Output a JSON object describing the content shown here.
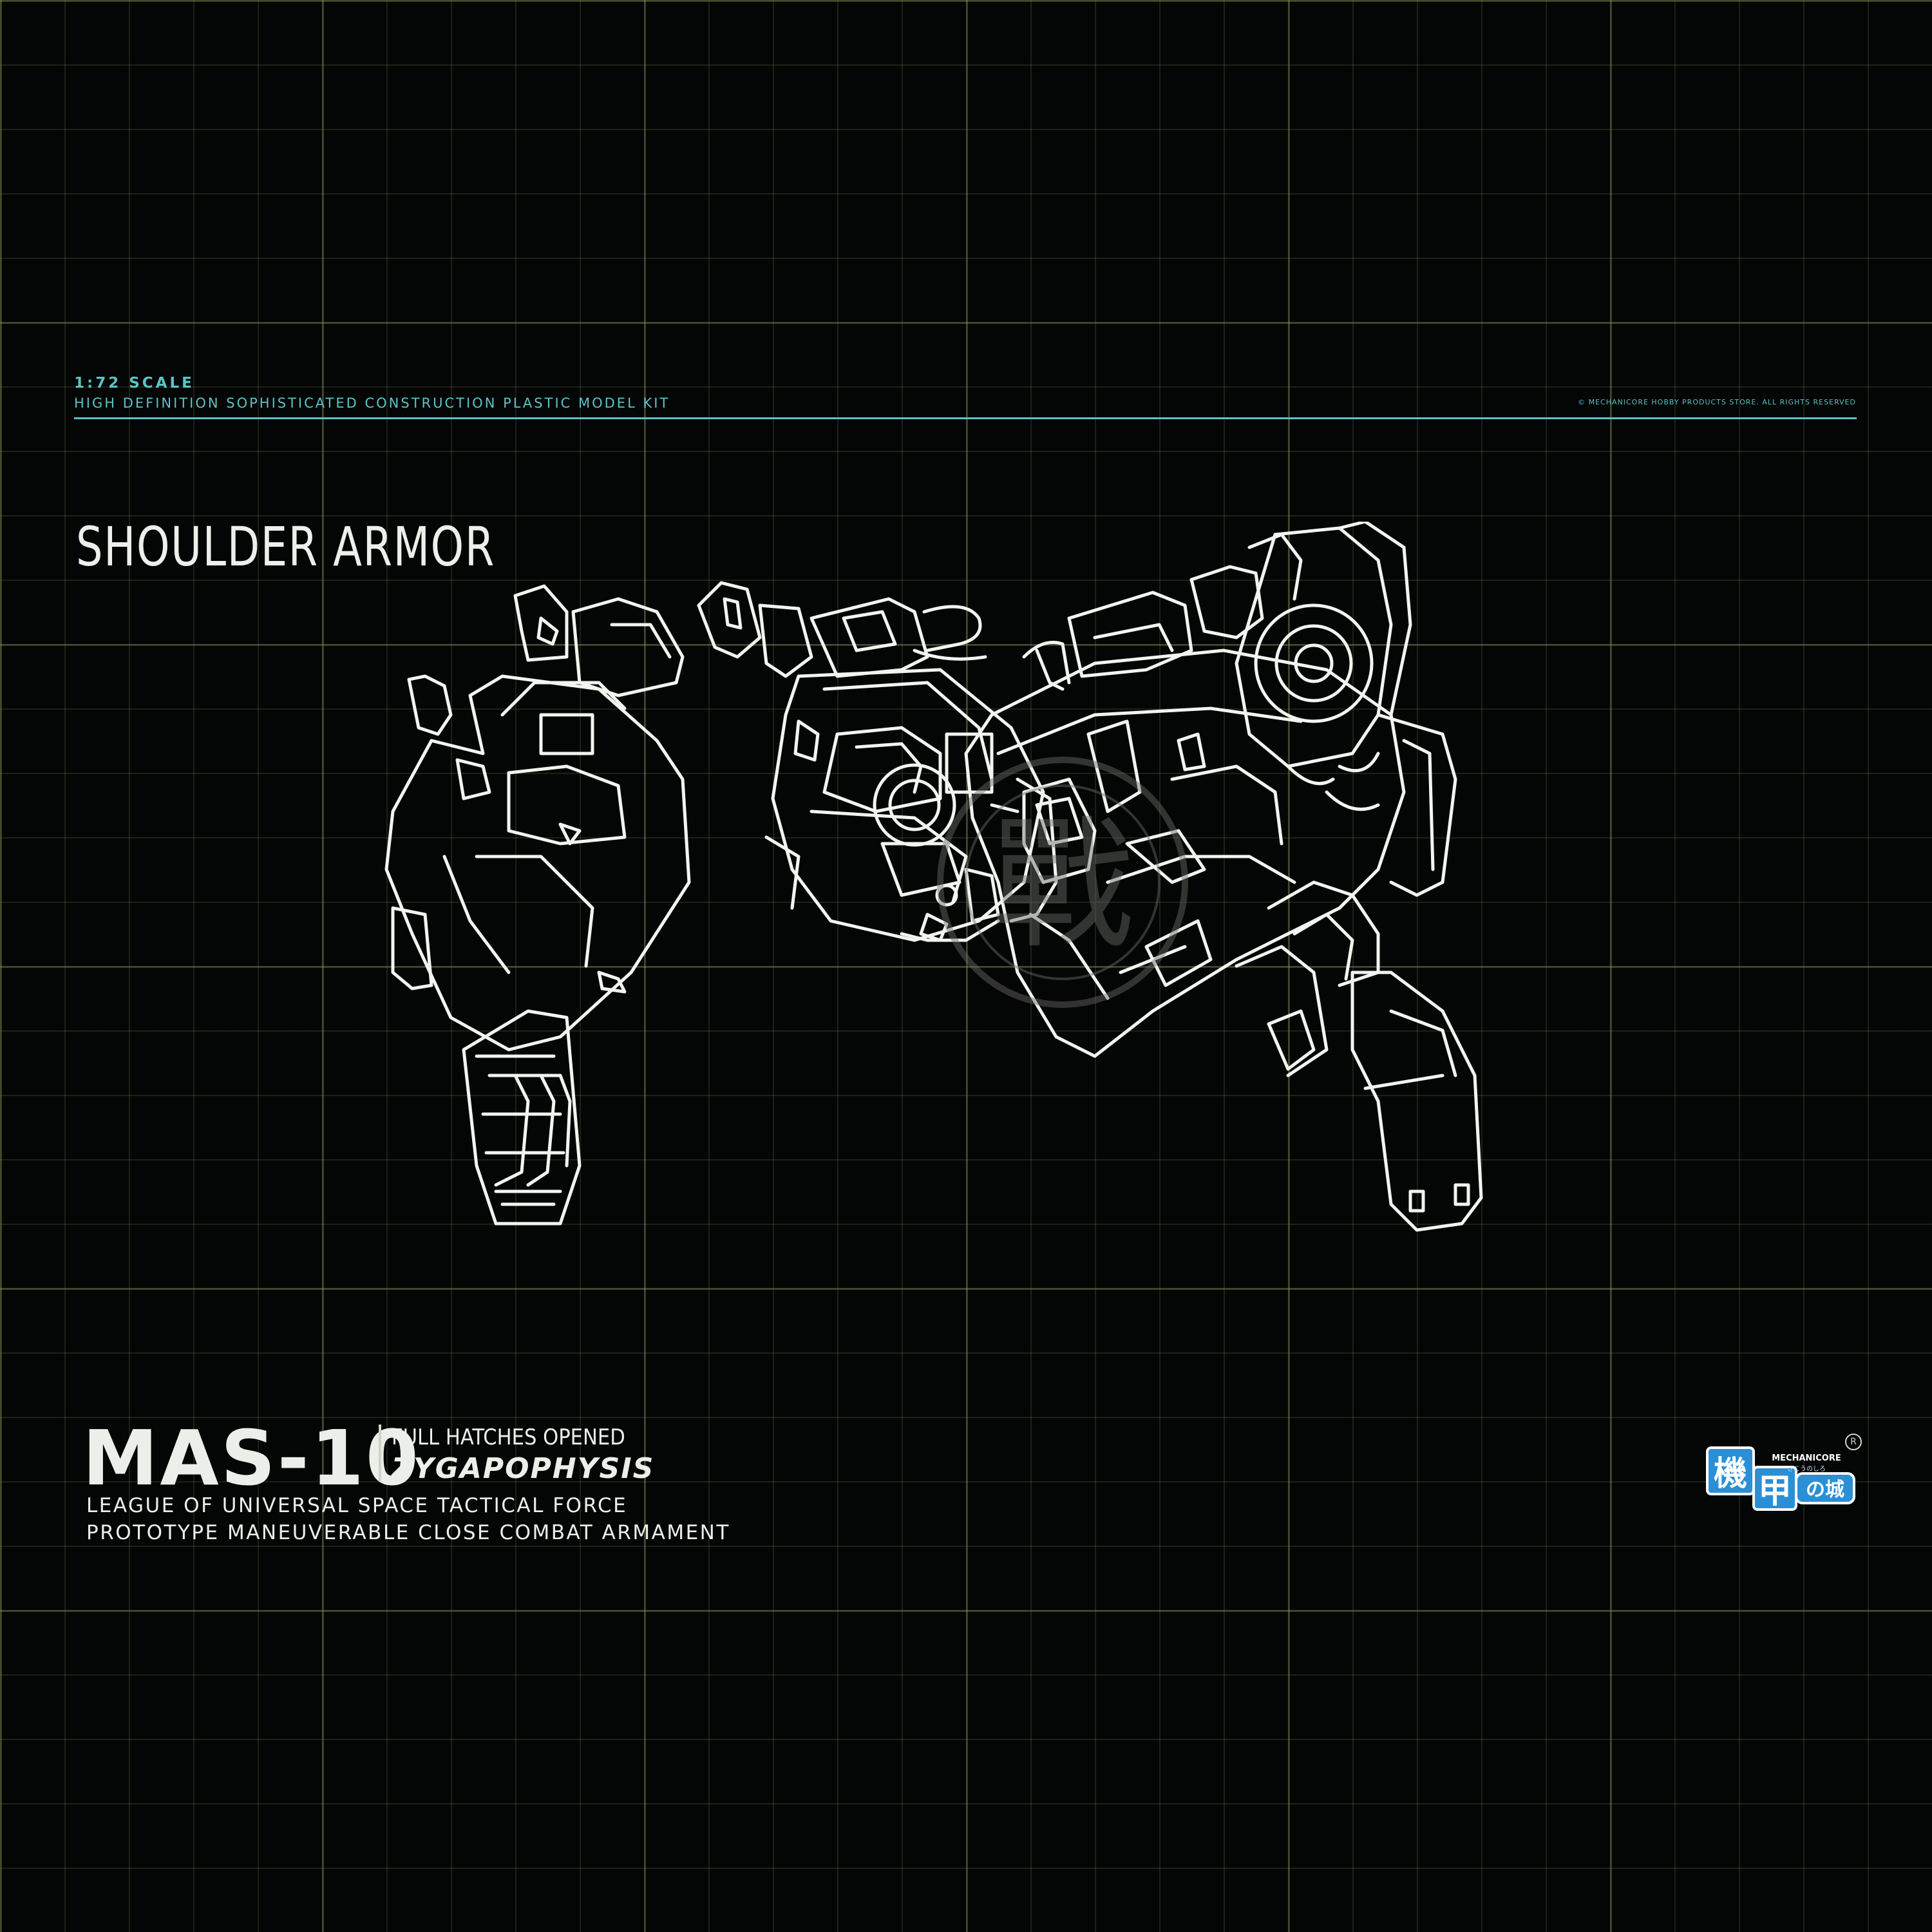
{
  "header": {
    "scale": "1:72 SCALE",
    "subtitle": "HIGH DEFINITION SOPHISTICATED CONSTRUCTION PLASTIC MODEL KIT",
    "copyright": "© MECHANICORE HOBBY PRODUCTS STORE. ALL RIGHTS RESERVED"
  },
  "section": {
    "title": "SHOULDER ARMOR"
  },
  "model": {
    "code": "MAS-10",
    "description": "FULL HATCHES OPENED",
    "name": "ZYGAPOPHYSIS",
    "tagline_1": "LEAGUE OF UNIVERSAL SPACE TACTICAL FORCE",
    "tagline_2": "PROTOTYPE MANEUVERABLE CLOSE COMBAT ARMAMENT"
  },
  "logo": {
    "kanji": "機甲の城",
    "wordmark": "MECHANICORE",
    "kana": "きこうのしろ",
    "registered": "R"
  },
  "watermark": {
    "glyph": "戰"
  },
  "colors": {
    "background": "#040505",
    "accent": "#5bc4c7",
    "text": "#ecefe9",
    "line_art": "#f2f4ef"
  }
}
